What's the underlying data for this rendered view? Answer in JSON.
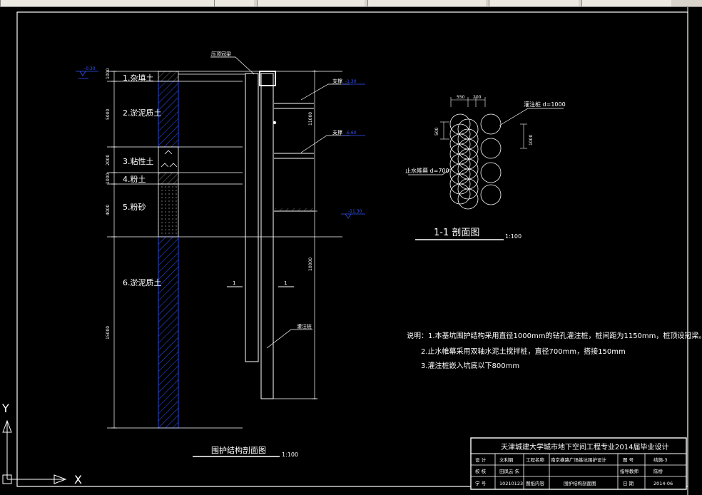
{
  "title_block": {
    "title": "天津城建大学城市地下空间工程专业2014届毕业设计",
    "r1": [
      "设 计",
      "文利丽",
      "工程名称",
      "南京横路广场基坑围护设计",
      "图 号",
      "结施-3"
    ],
    "r2": [
      "校 核",
      "田凤云·朱",
      "",
      "",
      "指导教师",
      "陈桥"
    ],
    "r3": [
      "学 号",
      "10210123",
      "图纸内容",
      "围护结构剖面图",
      "日 期",
      "2014-06"
    ]
  },
  "section_view": {
    "title": "围护结构剖面图",
    "scale": "1:100",
    "soil_layers": [
      "1.杂填土",
      "2.淤泥质土",
      "3.粘性土",
      "4.粉土",
      "5.粉砂",
      "6.淤泥质土"
    ],
    "left_dims": [
      "1000",
      "5000",
      "2000",
      "1000",
      "4000",
      "15000"
    ],
    "right_dims": [
      "11000",
      "10000"
    ],
    "labels": {
      "cap_beam": "压顶冠梁",
      "strut1": "支撑",
      "strut2": "支撑",
      "pile": "灌注桩"
    },
    "elevations": [
      "-0.30",
      "-1.30",
      "-6.60",
      "-11.30"
    ],
    "cut_marks": [
      "1",
      "1"
    ]
  },
  "plan_view": {
    "title": "1-1 剖面图",
    "scale": "1:100",
    "dims": [
      "550",
      "200",
      "500",
      "1000"
    ],
    "pile_small_label": "止水帷幕 d=700",
    "pile_large_label": "灌注桩 d=1000"
  },
  "notes": [
    "说明：1.本基坑围护结构采用直径1000mm的钻孔灌注桩，桩间距为1150mm，桩顶设冠梁。",
    "2.止水帷幕采用双轴水泥土搅拌桩，直径700mm，搭接150mm",
    "3.灌注桩嵌入坑底以下800mm"
  ],
  "ucs": {
    "x": "X",
    "y": "Y"
  },
  "colors": {
    "line": "#ffffff",
    "hatch": "#3355ff",
    "accent": "#3355ff"
  }
}
